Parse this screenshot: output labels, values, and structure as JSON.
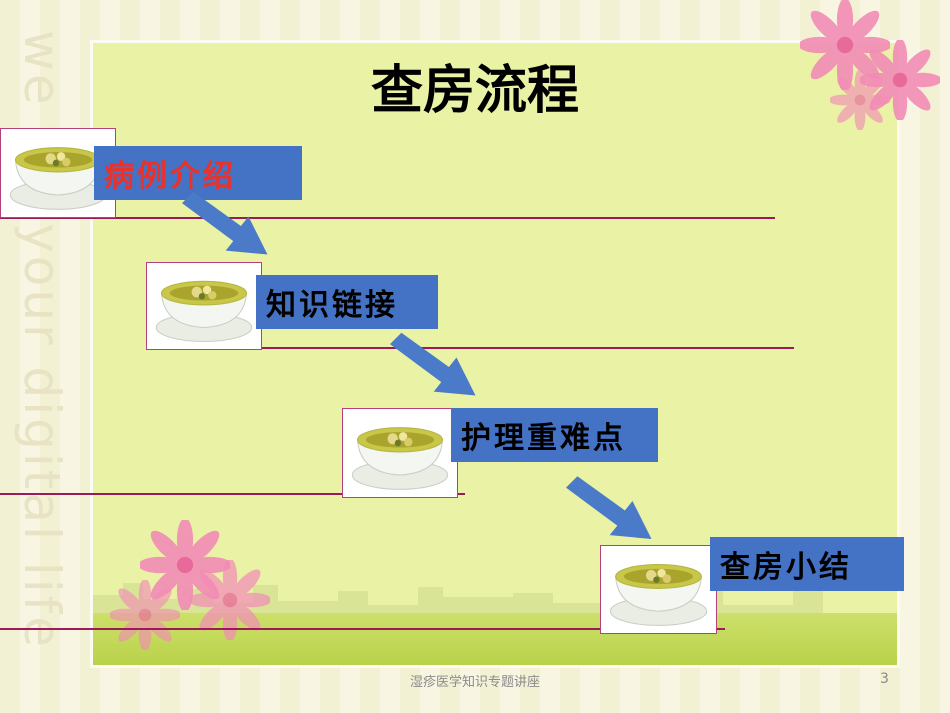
{
  "slide": {
    "title": "查房流程",
    "watermark": "we for your digital life",
    "footer": "湿疹医学知识专题讲座",
    "page_number": "3"
  },
  "steps": [
    {
      "label": "病例介绍",
      "color": "#e8322b"
    },
    {
      "label": "知识链接",
      "color": "#000000"
    },
    {
      "label": "护理重难点",
      "color": "#000000"
    },
    {
      "label": "查房小结",
      "color": "#000000"
    }
  ],
  "icons": [
    "tea-cup-icon",
    "arrow-down-right-icon",
    "flower-decoration"
  ],
  "colors": {
    "label_bg": "#4472c4",
    "line": "#9a1a5a",
    "panel": "#eaf2a6"
  }
}
